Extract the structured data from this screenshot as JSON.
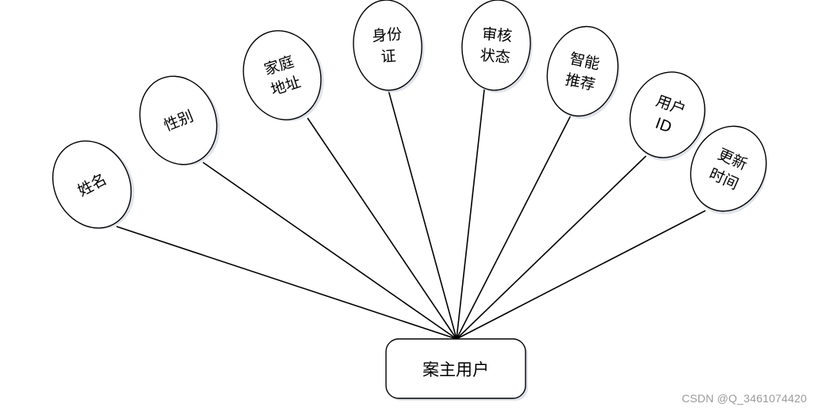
{
  "diagram": {
    "entity": {
      "label": "案主用户"
    },
    "attributes": [
      {
        "lines": [
          "姓名"
        ]
      },
      {
        "lines": [
          "性别"
        ]
      },
      {
        "lines": [
          "家庭",
          "地址"
        ]
      },
      {
        "lines": [
          "身份",
          "证"
        ]
      },
      {
        "lines": [
          "审核",
          "状态"
        ]
      },
      {
        "lines": [
          "智能",
          "推荐"
        ]
      },
      {
        "lines": [
          "用户",
          "ID"
        ]
      },
      {
        "lines": [
          "更新",
          "时间"
        ]
      }
    ],
    "colors": {
      "stroke": "#000000",
      "fill": "#ffffff",
      "shadow": "#d6dbe4"
    }
  },
  "watermark": "CSDN @Q_3461074420"
}
